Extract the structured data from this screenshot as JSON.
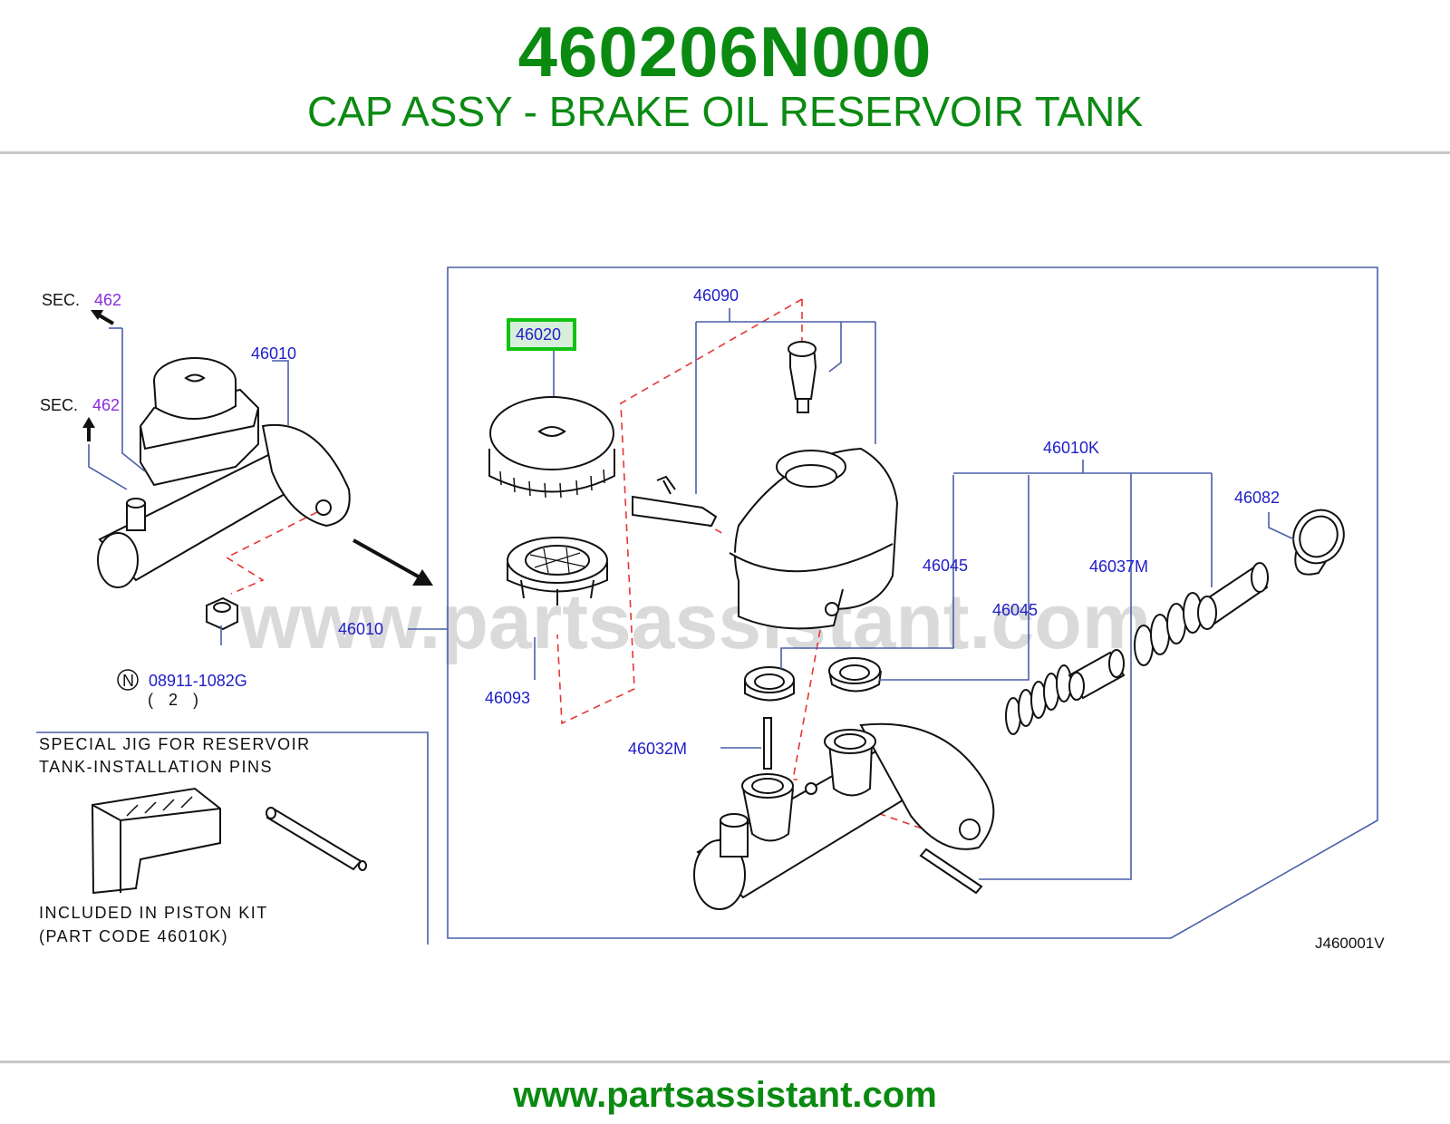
{
  "header": {
    "part_number": "460206N000",
    "description": "CAP ASSY - BRAKE OIL RESERVOIR TANK"
  },
  "diagram": {
    "sec_labels": [
      {
        "prefix": "SEC.",
        "number": "462"
      },
      {
        "prefix": "SEC.",
        "number": "462"
      }
    ],
    "callouts": {
      "c46010_left": "46010",
      "c46020": "46020",
      "c46090": "46090",
      "c46010_main": "46010",
      "c46093": "46093",
      "c46010K": "46010K",
      "c46082": "46082",
      "c46045_a": "46045",
      "c46045_b": "46045",
      "c46037M": "46037M",
      "c46032M": "46032M"
    },
    "nut": {
      "marker": "N",
      "part": "08911-1082G",
      "qty": "( 2 )"
    },
    "jig_note": {
      "line1": "SPECIAL  JIG  FOR  RESERVOIR",
      "line2": "TANK-INSTALLATION  PINS",
      "line3": "INCLUDED  IN  PISTON  KIT",
      "line4": "(PART  CODE  46010K)"
    },
    "figure_code": "J460001V",
    "watermark": "www.partsassistant.com",
    "highlight_color": "#12c212"
  },
  "footer": {
    "url": "www.partsassistant.com"
  }
}
